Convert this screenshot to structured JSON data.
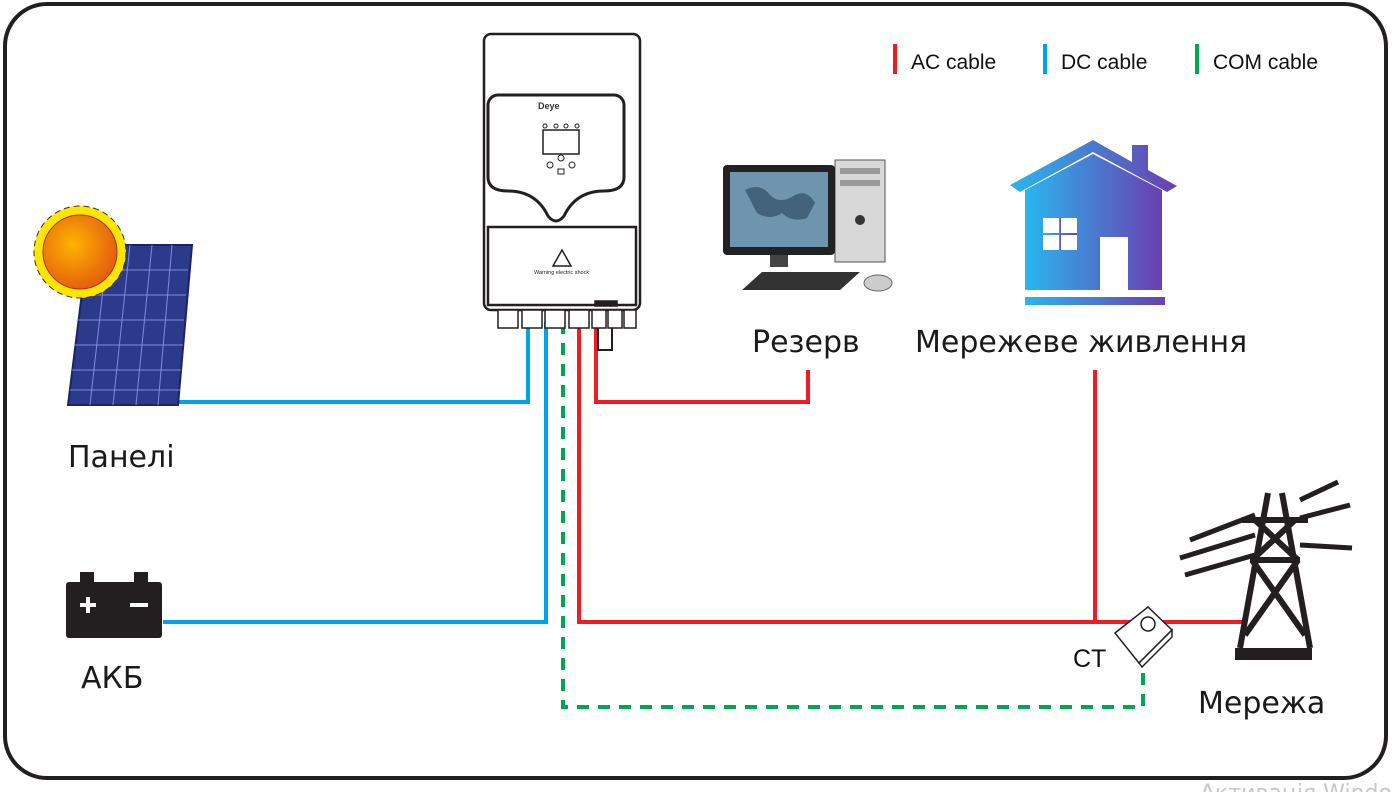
{
  "legend": {
    "ac": {
      "label": "AC cable",
      "color": "#ee1c25"
    },
    "dc": {
      "label": "DC cable",
      "color": "#00a3e8"
    },
    "com": {
      "label": "COM cable",
      "color": "#00a651"
    }
  },
  "inverter": {
    "brand": "Deye",
    "warning": "Warning electric shock"
  },
  "labels": {
    "panels": "Панелі",
    "battery": "АКБ",
    "backup": "Резерв",
    "home": "Мережеве живлення",
    "grid": "Мережа",
    "ct": "CT"
  },
  "watermark": "Активація Windows"
}
